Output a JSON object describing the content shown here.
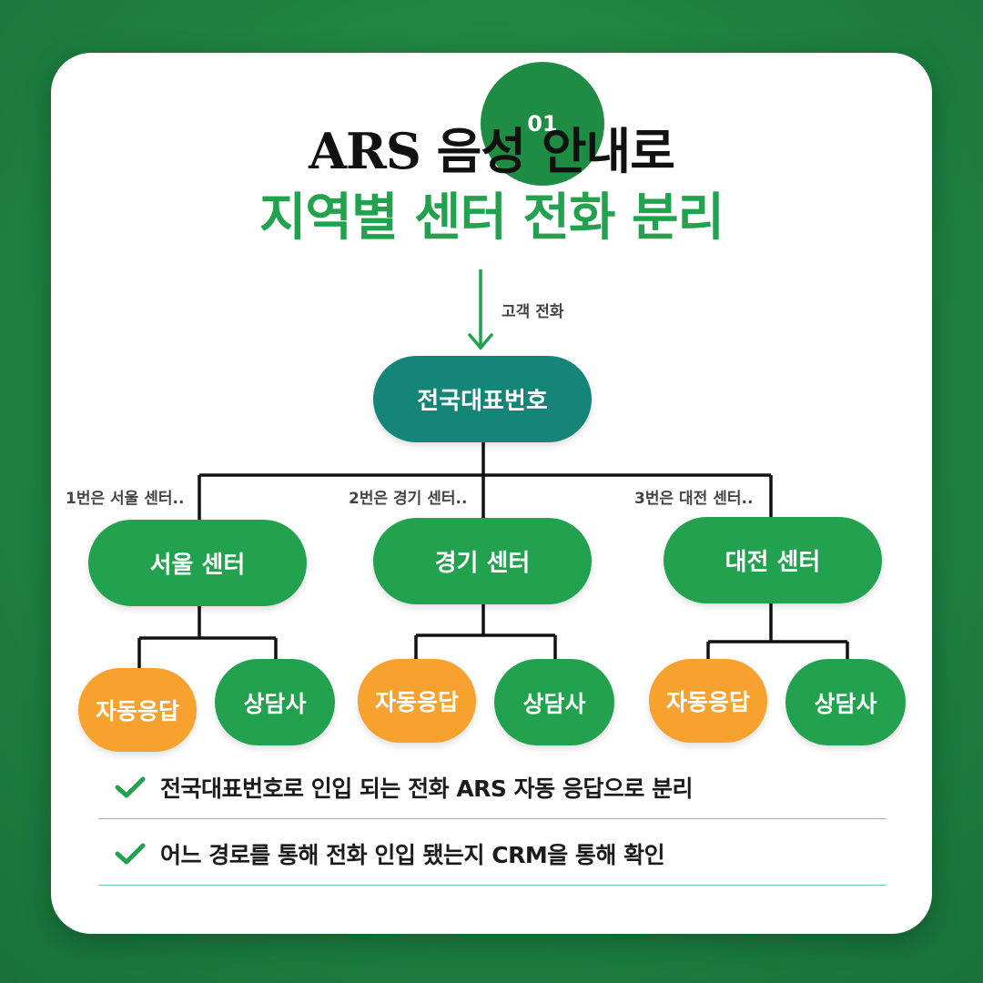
{
  "badge": "01",
  "title": {
    "line1": "ARS 음성 안내로",
    "line2": "지역별 센터 전화 분리"
  },
  "colors": {
    "green": "#22a24e",
    "teal": "#158577",
    "orange": "#f7a22e"
  },
  "diagram": {
    "incoming_label": "고객 전화",
    "root": "전국대표번호",
    "branches": [
      {
        "route_label": "1번은 서울 센터..",
        "center": "서울 센터",
        "children": [
          "자동응답",
          "상담사"
        ]
      },
      {
        "route_label": "2번은 경기 센터..",
        "center": "경기 센터",
        "children": [
          "자동응답",
          "상담사"
        ]
      },
      {
        "route_label": "3번은 대전 센터..",
        "center": "대전 센터",
        "children": [
          "자동응답",
          "상담사"
        ]
      }
    ]
  },
  "checklist": [
    "전국대표번호로 인입 되는 전화 ARS 자동 응답으로 분리",
    "어느 경로를 통해 전화 인입 됐는지 CRM을 통해 확인"
  ]
}
